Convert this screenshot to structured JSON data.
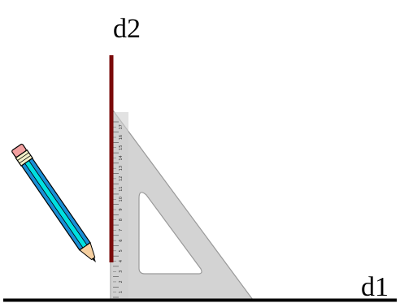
{
  "labels": {
    "d1": "d1",
    "d2": "d2"
  },
  "ruler_numbers": [
    "1",
    "2",
    "3",
    "4",
    "5",
    "6",
    "7",
    "8",
    "9",
    "10",
    "11",
    "12",
    "13",
    "14",
    "15",
    "16",
    "17"
  ],
  "colors": {
    "line_d1": "#000000",
    "line_d2": "#7a0a0a",
    "set_square_fill": "#d3d3d3",
    "set_square_stroke": "#9a9a9a",
    "pencil_body": "#1a8fd6",
    "pencil_stripe": "#00e0e0",
    "pencil_eraser": "#f2a0a0"
  },
  "icons": {
    "pencil": "pencil-icon",
    "set_square": "set-square-icon"
  }
}
